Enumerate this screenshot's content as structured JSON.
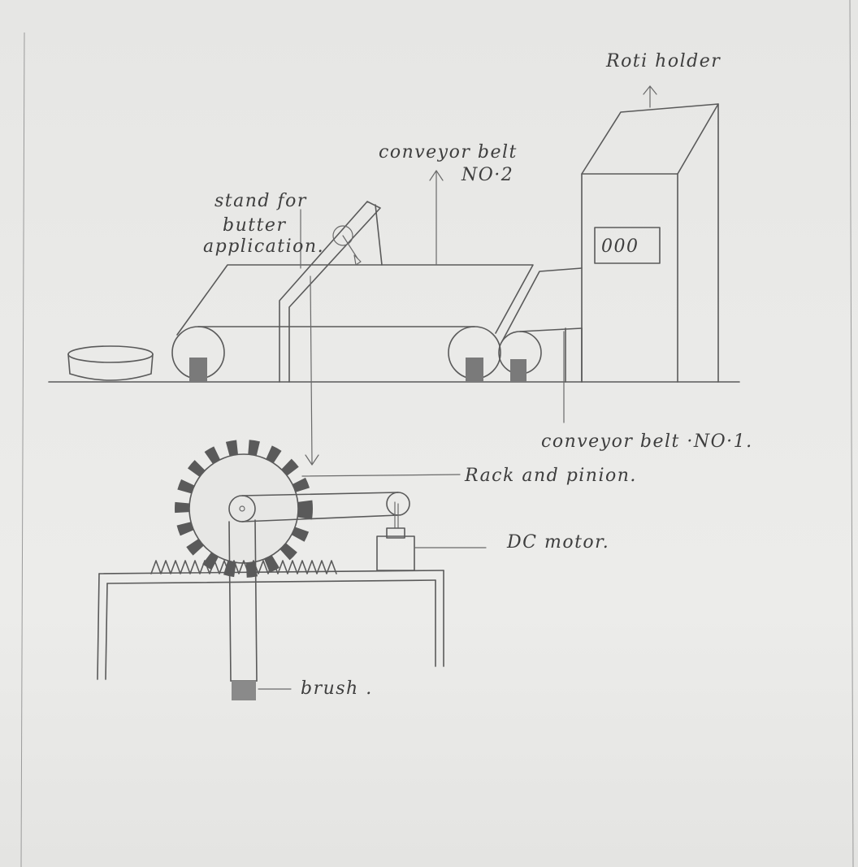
{
  "labels": {
    "roti_holder": "Roti holder",
    "conveyor_belt_2_line1": "conveyor belt",
    "conveyor_belt_2_line2": "NO·2",
    "stand_line1": "stand for",
    "stand_line2": "butter",
    "stand_line3": "application.",
    "conveyor_belt_1": "conveyor belt ·NO·1.",
    "rack_and_pinion": "Rack and pinion.",
    "dc_motor": "DC motor.",
    "brush": "brush .",
    "display": "000"
  }
}
